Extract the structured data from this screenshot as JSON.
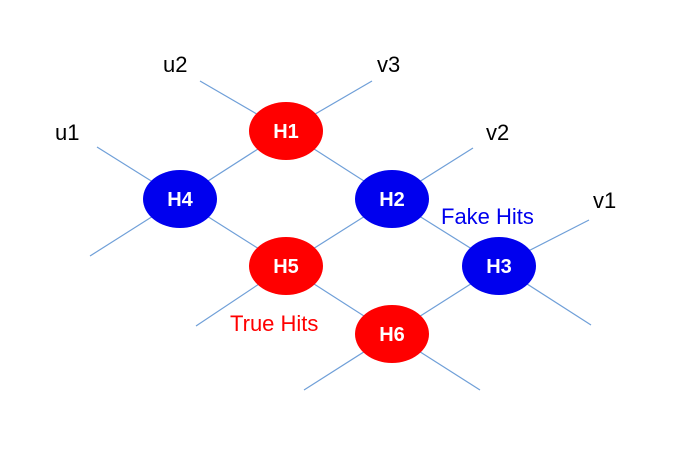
{
  "diagram": {
    "colors": {
      "edge": "#6f9fd8",
      "true_hit": "#ff0000",
      "fake_hit": "#0000ee",
      "label": "#000000"
    },
    "nodes": [
      {
        "id": "H1",
        "label": "H1",
        "kind": "true_hit"
      },
      {
        "id": "H2",
        "label": "H2",
        "kind": "fake_hit"
      },
      {
        "id": "H3",
        "label": "H3",
        "kind": "fake_hit"
      },
      {
        "id": "H4",
        "label": "H4",
        "kind": "fake_hit"
      },
      {
        "id": "H5",
        "label": "H5",
        "kind": "true_hit"
      },
      {
        "id": "H6",
        "label": "H6",
        "kind": "true_hit"
      }
    ],
    "edges": [
      [
        "H4",
        "H1"
      ],
      [
        "H1",
        "H2"
      ],
      [
        "H4",
        "H5"
      ],
      [
        "H2",
        "H5"
      ],
      [
        "H2",
        "H3"
      ],
      [
        "H5",
        "H6"
      ],
      [
        "H3",
        "H6"
      ]
    ],
    "end_labels": {
      "u1": "u1",
      "u2": "u2",
      "v1": "v1",
      "v2": "v2",
      "v3": "v3"
    },
    "legend": {
      "true_hits": "True Hits",
      "fake_hits": "Fake Hits"
    }
  }
}
